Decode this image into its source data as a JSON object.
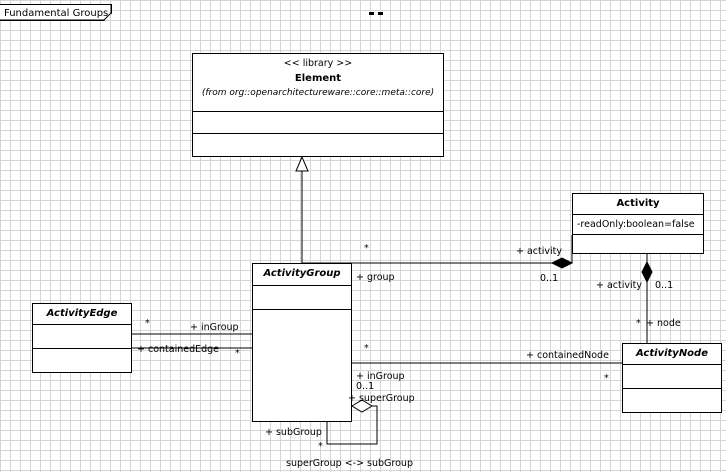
{
  "diagram": {
    "frame_title": "Fundamental Groups"
  },
  "classes": {
    "element": {
      "stereotype": "<< library >>",
      "name": "Element",
      "from": "(from org::openarchitectureware::core::meta::core)"
    },
    "activity": {
      "name": "Activity",
      "attribute": "-readOnly:boolean=false"
    },
    "activity_group": {
      "name": "ActivityGroup"
    },
    "activity_edge": {
      "name": "ActivityEdge"
    },
    "activity_node": {
      "name": "ActivityNode"
    }
  },
  "labels": {
    "group_activity_star": "*",
    "group_activity_role": "+ activity",
    "group_activity_mult": "0..1",
    "group_role": "+ group",
    "activity_node_activity_role": "+ activity",
    "activity_node_activity_mult": "0..1",
    "node_star": "*",
    "node_role": "+ node",
    "edge_ingroup_star": "*",
    "edge_ingroup_role": "+ inGroup",
    "edge_contained_role": "+ containedEdge",
    "edge_contained_star": "*",
    "node_group_star": "*",
    "contained_node_role": "+ containedNode",
    "contained_node_star": "*",
    "node_ingroup_role": "+ inGroup",
    "super_mult": "0..1",
    "super_role": "+ superGroup",
    "sub_role": "+ subGroup",
    "sub_star": "*",
    "self_assoc_name": "superGroup <-> subGroup"
  }
}
